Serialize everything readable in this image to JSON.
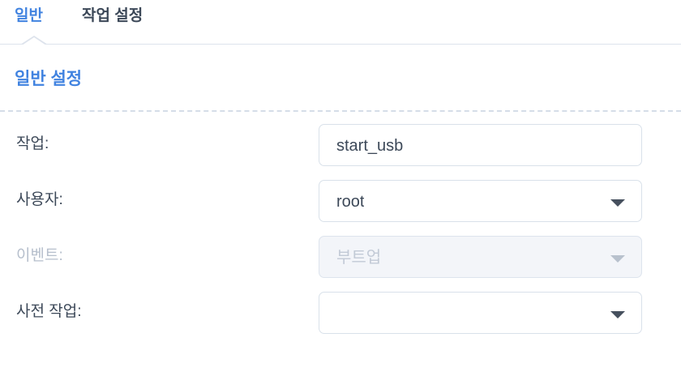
{
  "tabs": [
    {
      "label": "일반",
      "active": true
    },
    {
      "label": "작업 설정",
      "active": false
    }
  ],
  "section": {
    "heading": "일반 설정"
  },
  "form": {
    "rows": [
      {
        "label": "작업:",
        "control": "text-input",
        "value": "start_usb",
        "placeholder": "",
        "disabled": false
      },
      {
        "label": "사용자:",
        "control": "dropdown",
        "value": "root",
        "placeholder": "",
        "disabled": false
      },
      {
        "label": "이벤트:",
        "control": "dropdown",
        "value": "부트업",
        "placeholder": "",
        "disabled": true
      },
      {
        "label": "사전 작업:",
        "control": "dropdown",
        "value": "",
        "placeholder": "",
        "disabled": false
      }
    ]
  },
  "colors": {
    "accent": "#4183e0",
    "text": "#3c4858",
    "text_disabled": "#b6bfcc",
    "border": "#d9e1ea",
    "separator": "#d5dde8",
    "disabled_fill": "#f3f5f9",
    "caret": "#46505e"
  },
  "icons": {
    "caret": "chevron-down-icon"
  }
}
